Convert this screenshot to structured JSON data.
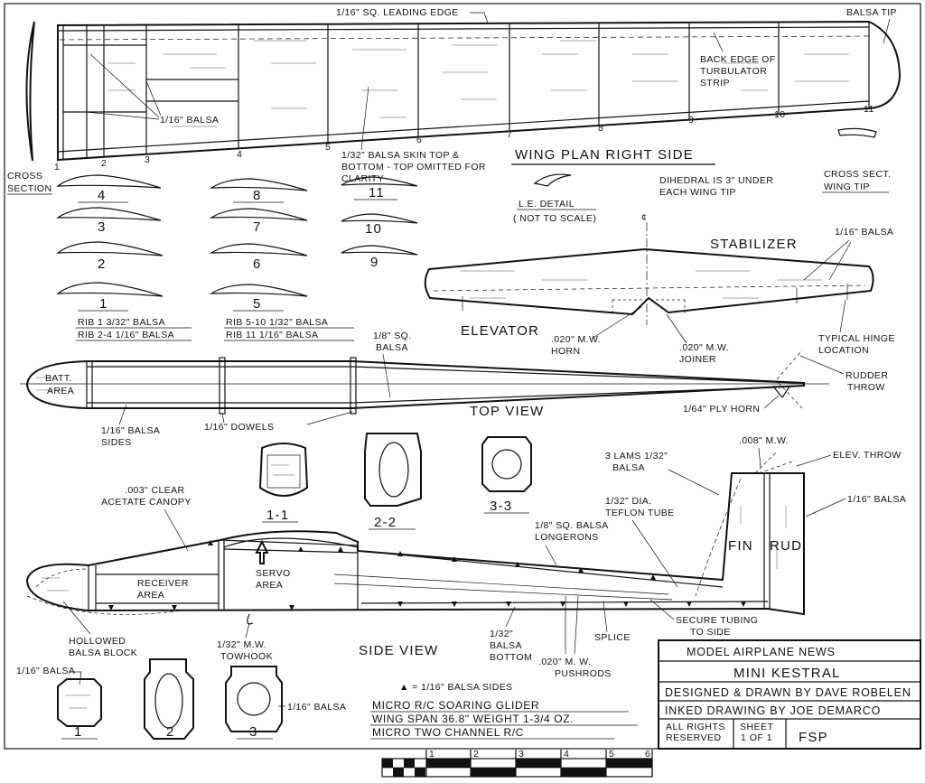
{
  "wing": {
    "leading_edge": "1/16\" SQ. LEADING EDGE",
    "balsa_tip": "BALSA TIP",
    "turbulator": [
      "BACK EDGE OF",
      "TURBULATOR",
      "STRIP"
    ],
    "balsa_1_16": "1/16\" BALSA",
    "skin": [
      "1/32\" BALSA SKIN TOP &",
      "BOTTOM - TOP OMITTED FOR",
      "CLARITY"
    ],
    "plan_title": "WING PLAN RIGHT SIDE",
    "rib_numbers": [
      "1",
      "2",
      "3",
      "4",
      "5",
      "6",
      "7",
      "8",
      "9",
      "10",
      "11"
    ],
    "cross_section": [
      "CROSS",
      "SECTION"
    ],
    "le_detail": "L.E. DETAIL",
    "not_to_scale": "( NOT TO SCALE)",
    "dihedral": [
      "DIHEDRAL IS 3\" UNDER",
      "EACH WING TIP"
    ],
    "cross_sect_tip": [
      "CROSS SECT.",
      "WING TIP"
    ]
  },
  "ribs": {
    "labels": [
      "4",
      "3",
      "2",
      "1",
      "8",
      "7",
      "6",
      "5",
      "11",
      "10",
      "9"
    ],
    "note_a": [
      "RIB 1 3/32\" BALSA",
      "RIB 2-4 1/16\" BALSA"
    ],
    "note_b": [
      "RIB 5-10 1/32\" BALSA",
      "RIB 11 1/16\" BALSA"
    ]
  },
  "stabilizer": {
    "title": "STABILIZER",
    "centerline": "¢",
    "balsa": "1/16\" BALSA",
    "elevator": "ELEVATOR",
    "horn": [
      ".020\" M.W.",
      "HORN"
    ],
    "joiner": [
      ".020\" M.W.",
      "JOINER"
    ],
    "hinge": [
      "TYPICAL HINGE",
      "LOCATION"
    ]
  },
  "top_view": {
    "title": "TOP VIEW",
    "batt": [
      "BATT.",
      "AREA"
    ],
    "sq_balsa": [
      "1/8\" SQ.",
      "BALSA"
    ],
    "sides": [
      "1/16\" BALSA",
      "SIDES"
    ],
    "dowels": "1/16\" DOWELS",
    "rudder_throw": [
      "RUDDER",
      "THROW"
    ],
    "ply_horn": "1/64\" PLY HORN"
  },
  "sections": [
    "1-1",
    "2-2",
    "3-3"
  ],
  "side_view": {
    "title": "SIDE VIEW",
    "canopy": [
      ".003\" CLEAR",
      "ACETATE CANOPY"
    ],
    "receiver": [
      "RECEIVER",
      "AREA"
    ],
    "servo": [
      "SERVO",
      "AREA"
    ],
    "hollowed": [
      "HOLLOWED",
      "BALSA BLOCK"
    ],
    "towhook": [
      "1/32\" M.W.",
      "TOWHOOK"
    ],
    "longerons": [
      "1/8\" SQ. BALSA",
      "LONGERONS"
    ],
    "teflon": [
      "1/32\" DIA.",
      "TEFLON TUBE"
    ],
    "lams": [
      "3 LAMS 1/32\"",
      "BALSA"
    ],
    "mw_008": ".008\" M.W.",
    "elev_throw": "ELEV. THROW",
    "balsa_1_16": "1/16\" BALSA",
    "fin": "FIN",
    "rud": "RUD.",
    "splice": "SPLICE",
    "secure": [
      "SECURE TUBING",
      "TO SIDE"
    ],
    "bottom": [
      "1/32\"",
      "BALSA",
      "BOTTOM"
    ],
    "pushrods": [
      ".020\"  M. W.",
      "PUSHRODS"
    ]
  },
  "bottom_sections": {
    "balsa_left": "1/16\" BALSA",
    "balsa_right": "1/16\" BALSA",
    "labels": [
      "1",
      "2",
      "3"
    ]
  },
  "notes": {
    "triangle": "▲ = 1/16\" BALSA SIDES",
    "spec": [
      "MICRO R/C SOARING GLIDER",
      "WING  SPAN  36.8\"  WEIGHT  1-3/4 OZ.",
      "MICRO  TWO  CHANNEL  R/C"
    ]
  },
  "title_block": {
    "publisher": "MODEL AIRPLANE NEWS",
    "name": "MINI KESTRAL",
    "designed": "DESIGNED & DRAWN BY DAVE ROBELEN",
    "inked": "INKED DRAWING BY JOE DEMARCO",
    "rights": [
      "ALL RIGHTS",
      "RESERVED"
    ],
    "sheet": [
      "SHEET",
      "1 OF 1"
    ],
    "code": "FSP"
  },
  "scale_bar": {
    "ticks": [
      "1",
      "2",
      "3",
      "4",
      "5",
      "6"
    ]
  }
}
